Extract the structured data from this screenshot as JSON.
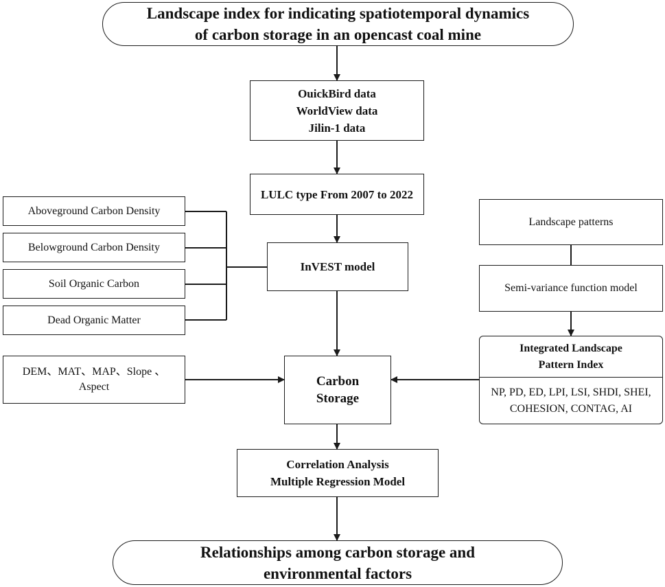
{
  "title_box": {
    "lines": [
      "Landscape index for indicating spatiotemporal dynamics",
      "of carbon storage in an opencast coal mine"
    ]
  },
  "data_sources": {
    "lines": [
      "OuickBird data",
      "WorldView data",
      "Jilin-1 data"
    ]
  },
  "lulc_box": {
    "label": "LULC type From 2007 to 2022"
  },
  "carbon_pools": {
    "items": [
      "Aboveground Carbon Density",
      "Belowground Carbon Density",
      "Soil Organic Carbon",
      "Dead Organic Matter"
    ]
  },
  "invest_box": {
    "label": "InVEST model"
  },
  "env_factors": {
    "lines": [
      "DEM、MAT、MAP、Slope 、",
      "Aspect"
    ]
  },
  "carbon_storage": {
    "lines": [
      "Carbon",
      "Storage"
    ]
  },
  "landscape_patterns": {
    "label": "Landscape patterns"
  },
  "semivariance": {
    "label": "Semi-variance function model"
  },
  "ilpi": {
    "header_lines": [
      "Integrated Landscape",
      "Pattern Index"
    ],
    "body_lines": [
      "NP, PD, ED, LPI, LSI, SHDI, SHEI,",
      "COHESION, CONTAG, AI"
    ]
  },
  "analysis": {
    "lines": [
      "Correlation Analysis",
      "Multiple Regression Model"
    ]
  },
  "result_box": {
    "lines": [
      "Relationships among carbon storage and",
      "environmental factors"
    ]
  },
  "colors": {
    "stroke": "#1a1a1a",
    "text": "#111111",
    "background": "#ffffff"
  }
}
